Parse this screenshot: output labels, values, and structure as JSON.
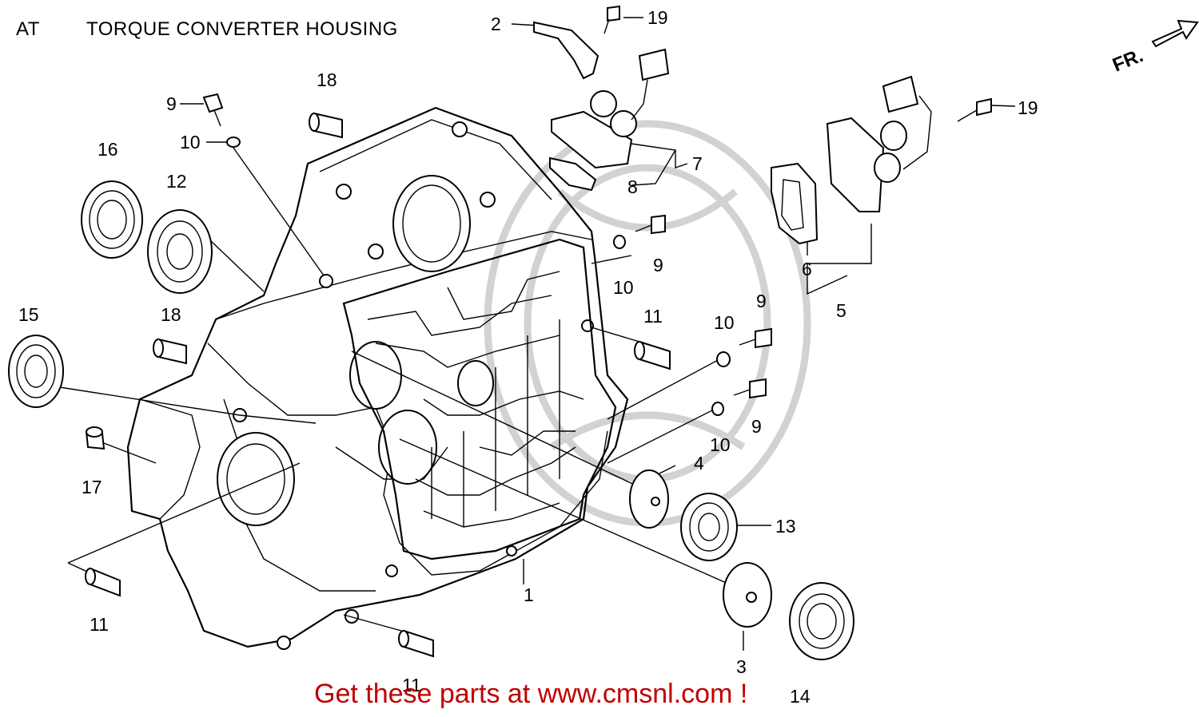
{
  "header": {
    "section": "AT",
    "title": "TORQUE CONVERTER HOUSING"
  },
  "direction_label": "FR.",
  "promo": "Get these parts at www.cmsnl.com !",
  "callouts": [
    "1",
    "2",
    "3",
    "4",
    "5",
    "6",
    "7",
    "8",
    "9",
    "9",
    "9",
    "9",
    "10",
    "10",
    "10",
    "10",
    "11",
    "11",
    "11",
    "12",
    "13",
    "14",
    "15",
    "16",
    "17",
    "18",
    "18",
    "19",
    "19"
  ],
  "colors": {
    "line": "#000000",
    "promo": "#c00000",
    "watermark": "#d2d2d2",
    "background": "#ffffff"
  }
}
